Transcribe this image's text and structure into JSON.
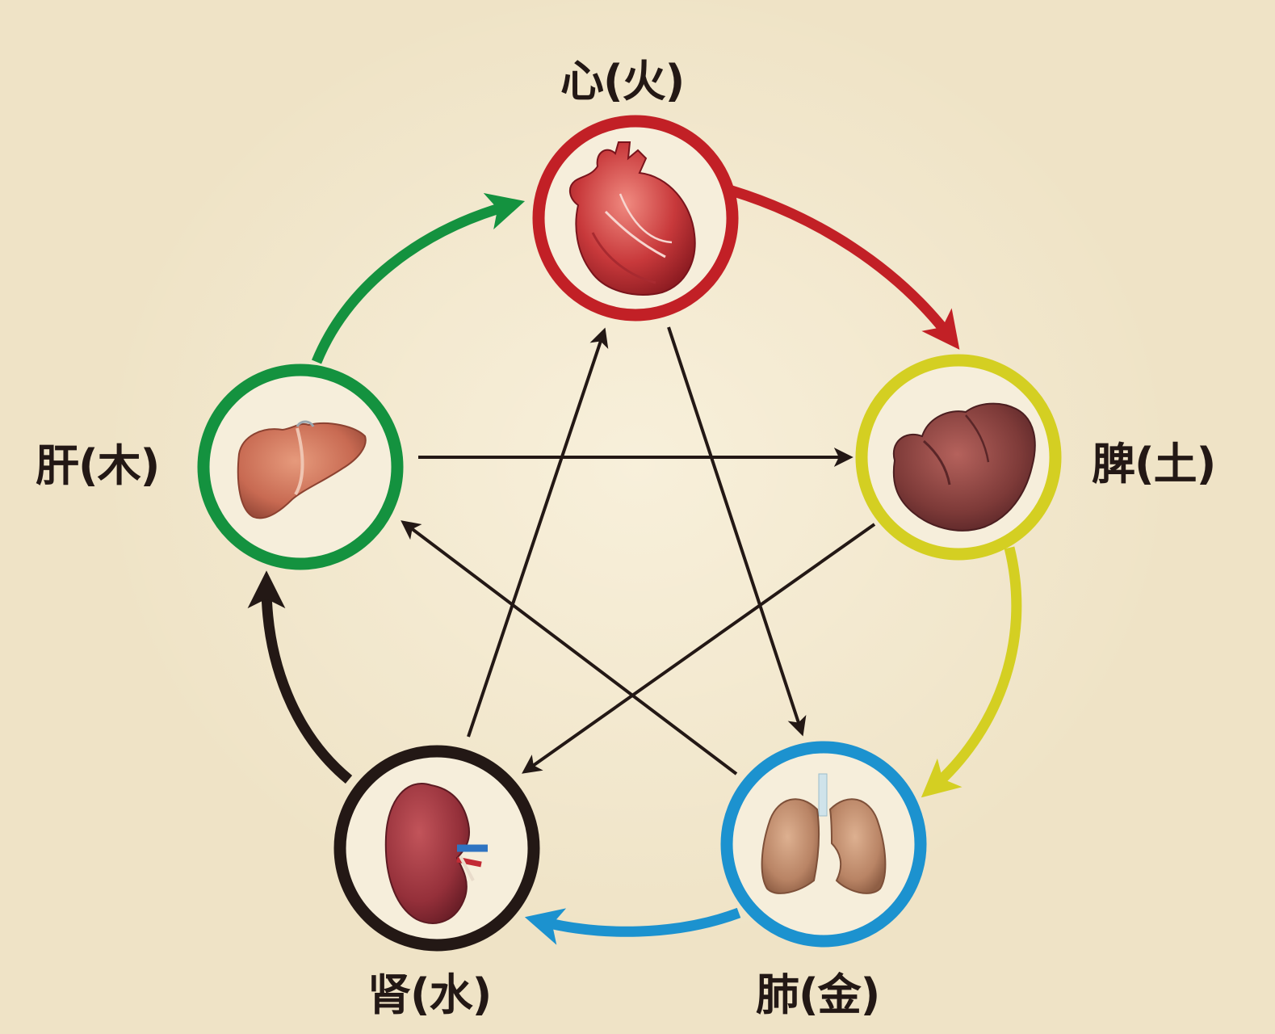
{
  "nodes": {
    "heart": {
      "label": "心(火)",
      "organ": "heart-icon",
      "ring_color": "#c22026"
    },
    "spleen": {
      "label": "脾(土)",
      "organ": "spleen-icon",
      "ring_color": "#d4cf22"
    },
    "lung": {
      "label": "肺(金)",
      "organ": "lungs-icon",
      "ring_color": "#1c92cf"
    },
    "kidney": {
      "label": "肾(水)",
      "organ": "kidney-icon",
      "ring_color": "#231815"
    },
    "liver": {
      "label": "肝(木)",
      "organ": "liver-icon",
      "ring_color": "#14923f"
    }
  },
  "generating_cycle": [
    {
      "from": "liver",
      "to": "heart",
      "color": "#14923f"
    },
    {
      "from": "heart",
      "to": "spleen",
      "color": "#c22026"
    },
    {
      "from": "spleen",
      "to": "lung",
      "color": "#d4cf22"
    },
    {
      "from": "lung",
      "to": "kidney",
      "color": "#1c92cf"
    },
    {
      "from": "kidney",
      "to": "liver",
      "color": "#231815"
    }
  ],
  "controlling_cycle": [
    {
      "from": "liver",
      "to": "spleen"
    },
    {
      "from": "spleen",
      "to": "kidney"
    },
    {
      "from": "kidney",
      "to": "heart"
    },
    {
      "from": "heart",
      "to": "lung"
    },
    {
      "from": "lung",
      "to": "liver"
    }
  ],
  "colors": {
    "background": "#efe3c6",
    "arrow_dark": "#231815"
  }
}
